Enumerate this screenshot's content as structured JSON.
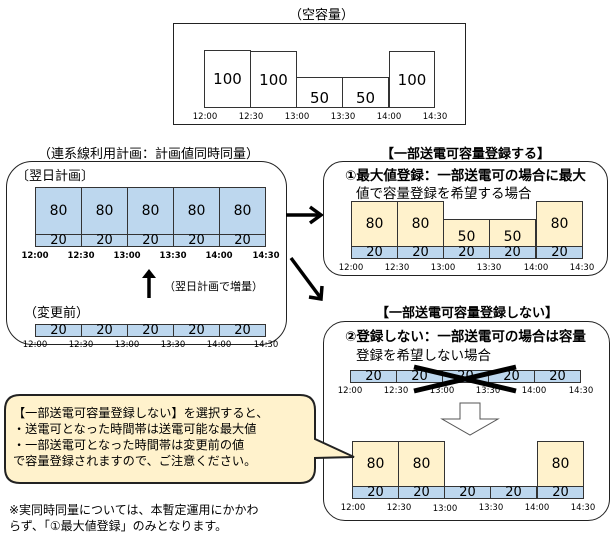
{
  "top": {
    "title": "（空容量）",
    "values": [
      "100",
      "100",
      "50",
      "50",
      "100"
    ],
    "times": [
      "12:00",
      "12:30",
      "13:00",
      "13:30",
      "14:00",
      "14:30"
    ]
  },
  "left": {
    "title": "（連系線利用計画：計画値同時同量）",
    "plan_label": "〔翌日計画〕",
    "plan_upper": [
      "80",
      "80",
      "80",
      "80",
      "80"
    ],
    "plan_lower": [
      "20",
      "20",
      "20",
      "20",
      "20"
    ],
    "times": [
      "12:00",
      "12:30",
      "13:00",
      "13:30",
      "14:00",
      "14:30"
    ],
    "increase_label": "（翌日計画で増量）",
    "before_label": "（変更前）",
    "before_values": [
      "20",
      "20",
      "20",
      "20",
      "20"
    ]
  },
  "option1": {
    "title": "【一部送電可容量登録する】",
    "desc_line1": "①最大値登録：一部送電可の場合に最大",
    "desc_line2": "値で容量登録を希望する場合",
    "upper": [
      "80",
      "80",
      "50",
      "50",
      "80"
    ],
    "lower": [
      "20",
      "20",
      "20",
      "20",
      "20"
    ],
    "times": [
      "12:00",
      "12:30",
      "13:00",
      "13:30",
      "14:00",
      "14:30"
    ]
  },
  "option2": {
    "title": "【一部送電可容量登録しない】",
    "desc_line1": "②登録しない：一部送電可の場合は容量",
    "desc_line2": "登録を希望しない場合",
    "crossed_values": [
      "20",
      "20",
      "20",
      "20",
      "20"
    ],
    "result_upper": [
      "80",
      "80",
      "",
      "",
      "80"
    ],
    "result_lower": [
      "20",
      "20",
      "20",
      "20",
      "20"
    ],
    "times": [
      "12:00",
      "12:30",
      "13:00",
      "13:30",
      "14:00",
      "14:30"
    ]
  },
  "callout": {
    "line1": "【一部送電可容量登録しない】を選択すると、",
    "line2": "・送電可となった時間帯は送電可能な最大値",
    "line3": "・一部送電可となった時間帯は変更前の値",
    "line4": "で容量登録されますので、ご注意ください。"
  },
  "note": {
    "line1": "※実同時同量については、本暫定運用にかかわ",
    "line2": "らず、「①最大値登録」のみとなります。"
  },
  "colors": {
    "blue": "#bdd7ee",
    "beige": "#fff2cc",
    "callout_bg": "#fff2cc"
  }
}
